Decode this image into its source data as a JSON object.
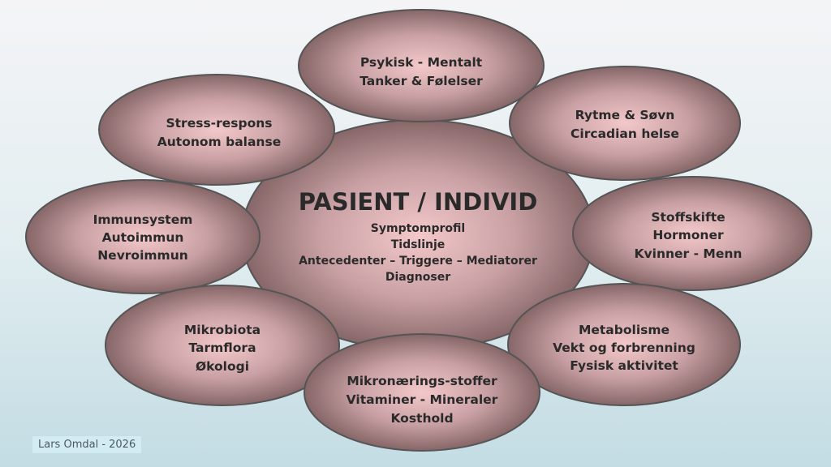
{
  "center": {
    "title": "PASIENT / INDIVID",
    "lines": [
      "Symptomprofil",
      "Tidslinje",
      "Antecedenter – Triggere – Mediatorer",
      "Diagnoser"
    ]
  },
  "nodes": [
    {
      "id": "psykisk",
      "lines": [
        "Psykisk - Mentalt",
        "Tanker & Følelser"
      ]
    },
    {
      "id": "rytme",
      "lines": [
        "Rytme & Søvn",
        "Circadian helse"
      ]
    },
    {
      "id": "stress",
      "lines": [
        "Stress-respons",
        "Autonom balanse"
      ]
    },
    {
      "id": "immun",
      "lines": [
        "Immunsystem",
        "Autoimmun",
        "Nevroimmun"
      ]
    },
    {
      "id": "stoffskifte",
      "lines": [
        "Stoffskifte",
        "Hormoner",
        "Kvinner - Menn"
      ]
    },
    {
      "id": "mikrobiota",
      "lines": [
        "Mikrobiota",
        "Tarmflora",
        "Økologi"
      ]
    },
    {
      "id": "metabolisme",
      "lines": [
        "Metabolisme",
        "Vekt og forbrenning",
        "Fysisk aktivitet"
      ]
    },
    {
      "id": "mikronaering",
      "lines": [
        "Mikronærings-stoffer",
        "Vitaminer - Mineraler",
        "Kosthold"
      ]
    }
  ],
  "credit": "Lars Omdal - 2026",
  "colors": {
    "fill_center": "#f3c8ca",
    "fill_edge": "#866668",
    "outline": "#555555"
  }
}
